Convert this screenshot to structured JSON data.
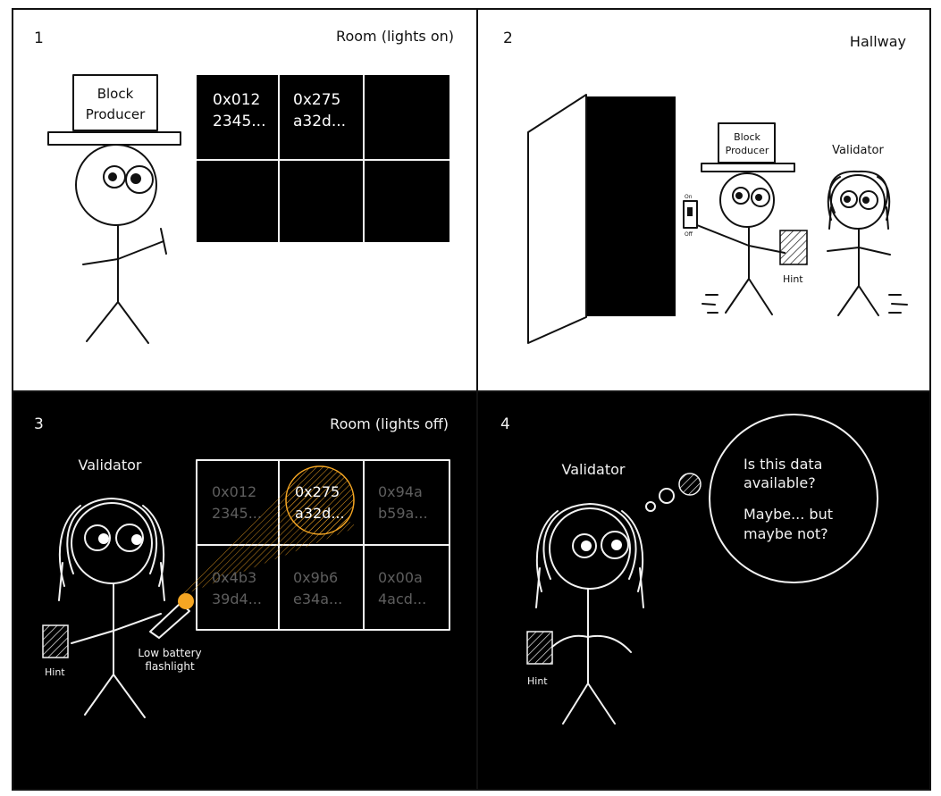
{
  "panels": [
    {
      "number": "1",
      "caption": "Room (lights on)"
    },
    {
      "number": "2",
      "caption": "Hallway"
    },
    {
      "number": "3",
      "caption": "Room (lights off)"
    },
    {
      "number": "4",
      "caption": ""
    }
  ],
  "block_producer": {
    "line1": "Block",
    "line2": "Producer"
  },
  "validator_label": "Validator",
  "hint_label": "Hint",
  "switch": {
    "on_label": "On",
    "off_label": "Off"
  },
  "grid_lit": [
    [
      "0x012",
      "2345..."
    ],
    [
      "0x275",
      "a32d..."
    ]
  ],
  "grid_dark": [
    [
      "0x012",
      "2345..."
    ],
    [
      "0x275",
      "a32d..."
    ],
    [
      "0x94a",
      "b59a..."
    ],
    [
      "0x4b3",
      "39d4..."
    ],
    [
      "0x9b6",
      "e34a..."
    ],
    [
      "0x00a",
      "4acd..."
    ]
  ],
  "flashlight": {
    "line1": "Low battery",
    "line2": "flashlight"
  },
  "thought": {
    "q1": "Is this data",
    "q2": "available?",
    "a1": "Maybe... but",
    "a2": "maybe not?"
  },
  "colors": {
    "paper": "#ffffff",
    "ink": "#111111",
    "night": "#000000",
    "chalk": "#f2f2f2",
    "flash": "#f5a623",
    "dim_text": "#6a6a6a"
  }
}
